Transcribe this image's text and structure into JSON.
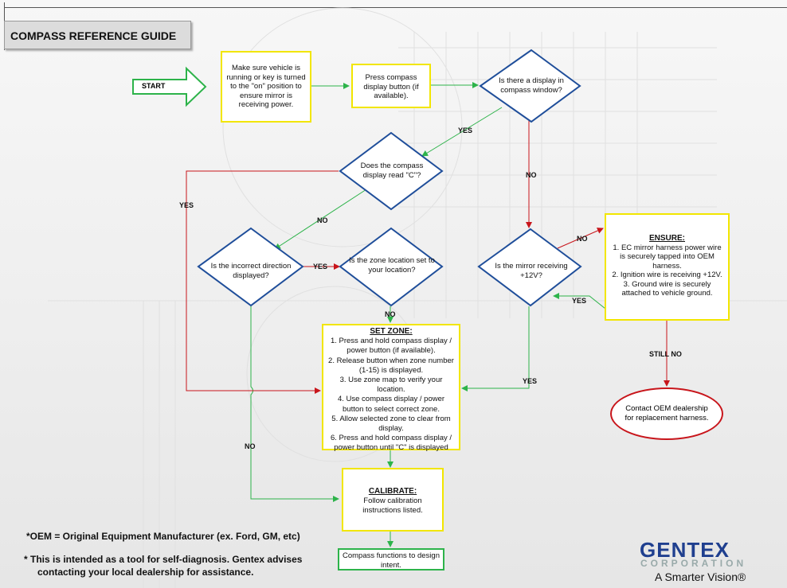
{
  "title": "COMPASS REFERENCE GUIDE",
  "start": "START",
  "boxes": {
    "power": "Make sure vehicle is running or key is turned to the \"on\" position to ensure mirror is receiving power.",
    "press": "Press compass display button (if available).",
    "set_zone_title": "SET ZONE:",
    "set_zone_steps": [
      "1. Press and hold compass display / power button (if available).",
      "2. Release button when zone number (1-15) is displayed.",
      "3. Use zone map to verify your location.",
      "4. Use compass display / power button to select correct zone.",
      "5. Allow selected zone to clear from display.",
      "6. Press and hold compass display / power button until \"C\" is displayed"
    ],
    "calibrate_title": "CALIBRATE:",
    "calibrate_text": "Follow calibration instructions listed.",
    "functions": "Compass functions to design intent.",
    "ensure_title": "ENSURE:",
    "ensure_steps": [
      "1. EC mirror harness power wire is securely tapped into OEM harness.",
      "2. Ignition wire is receiving +12V.",
      "3. Ground wire is securely attached to vehicle ground."
    ],
    "contact": "Contact OEM dealership for replacement harness."
  },
  "decisions": {
    "display": "Is there a display in compass window?",
    "read_c": "Does the compass display read \"C\"?",
    "incorrect": "Is the incorrect direction displayed?",
    "zone": "Is the zone location set to your location?",
    "mirror": "Is the mirror receiving +12V?"
  },
  "labels": {
    "yes": "YES",
    "no": "NO",
    "still_no": "STILL NO"
  },
  "notes": {
    "oem": "*OEM = Original Equipment Manufacturer (ex. Ford, GM, etc)",
    "tool_line1": "* This is intended as a tool for self-diagnosis.  Gentex advises",
    "tool_line2": "contacting your local dealership for assistance."
  },
  "logo": {
    "name": "GENTEX",
    "corp": "CORPORATION",
    "tagline": "A Smarter Vision®"
  },
  "colors": {
    "yes_arrow": "#2db34a",
    "no_arrow": "#c8151b",
    "box_border": "#f2e600",
    "diamond_border": "#1f4e9a"
  }
}
